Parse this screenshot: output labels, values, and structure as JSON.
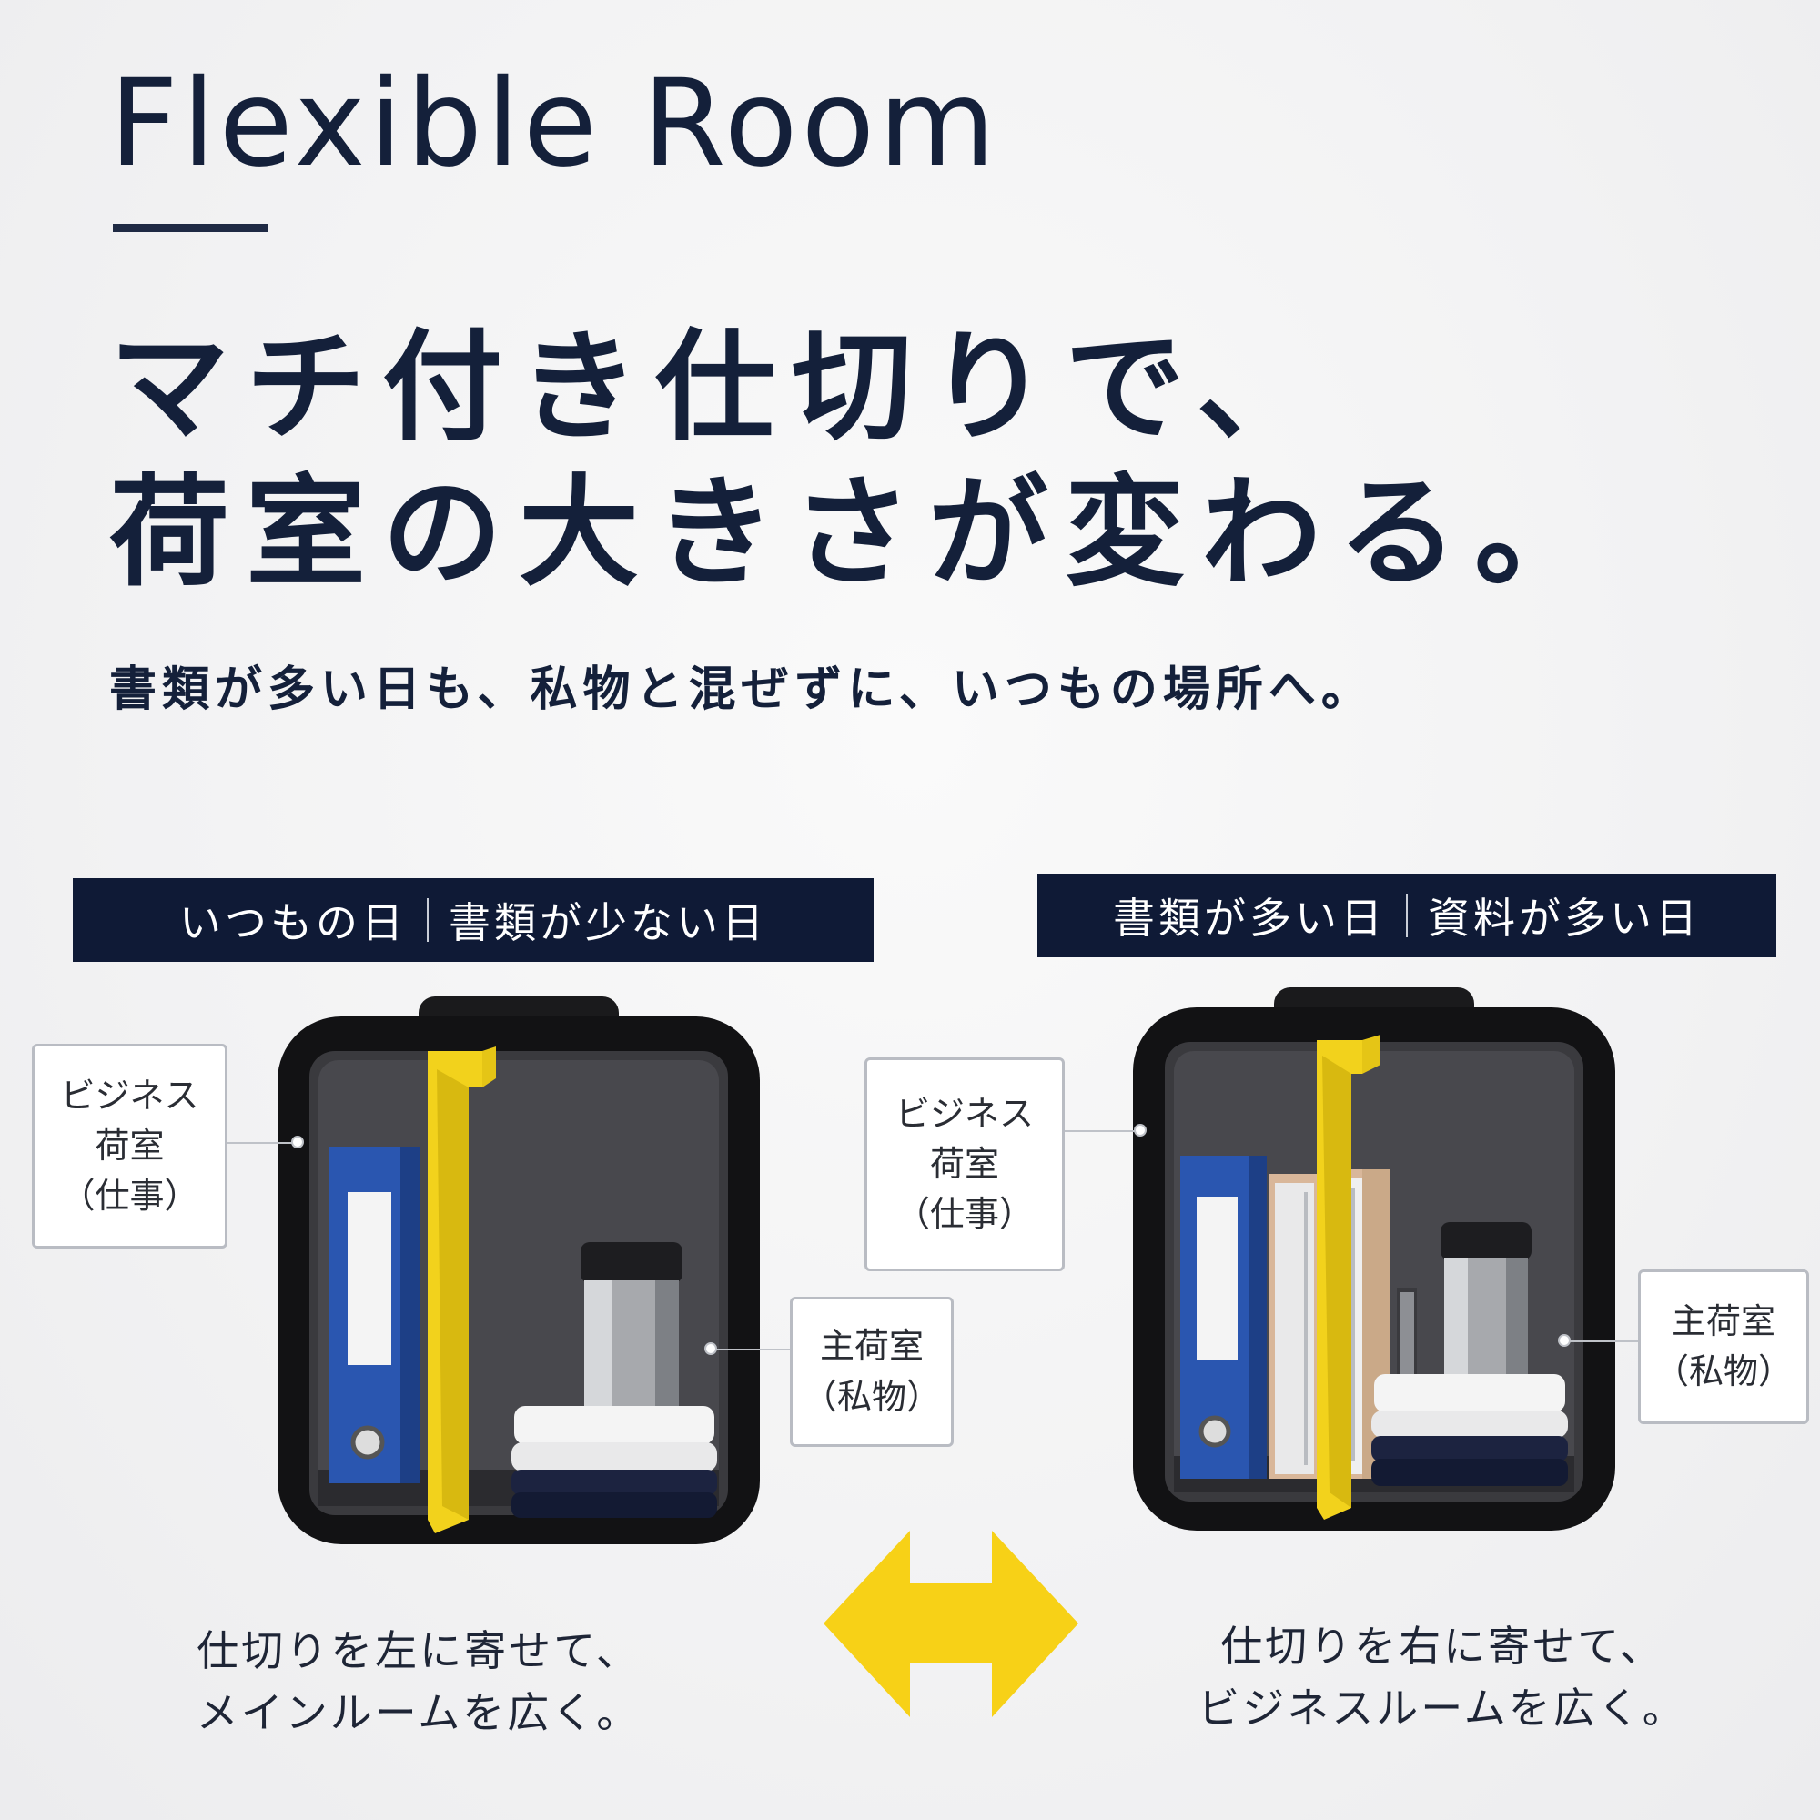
{
  "header": {
    "title": "Flexible Room",
    "headline_line1": "マチ付き仕切りで、",
    "headline_line2": "荷室の大きさが変わる。",
    "subtitle": "書類が多い日も、私物と混ぜずに、いつもの場所へ。"
  },
  "left_panel": {
    "banner_part1": "いつもの日",
    "banner_part2": "書類が少ない日",
    "callout_business": {
      "line1": "ビジネス",
      "line2": "荷室",
      "line3": "（仕事）"
    },
    "callout_main": {
      "line1": "主荷室",
      "line2": "（私物）"
    },
    "caption_line1": "仕切りを左に寄せて、",
    "caption_line2": "メインルームを広く。"
  },
  "right_panel": {
    "banner_part1": "書類が多い日",
    "banner_part2": "資料が多い日",
    "callout_business": {
      "line1": "ビジネス",
      "line2": "荷室",
      "line3": "（仕事）"
    },
    "callout_main": {
      "line1": "主荷室",
      "line2": "（私物）"
    },
    "caption_line1": "仕切りを右に寄せて、",
    "caption_line2": "ビジネスルームを広く。"
  },
  "colors": {
    "navy": "#0f1a36",
    "divider_yellow": "#f2d21c",
    "arrow_yellow": "#f7d117",
    "binder_blue": "#2a56b0"
  },
  "icons": [
    "double-arrow-icon"
  ]
}
